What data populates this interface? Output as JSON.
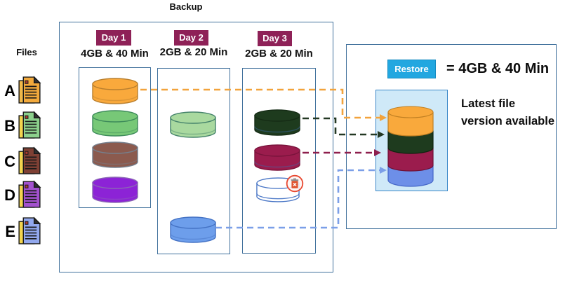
{
  "files_panel": {
    "label": "Files",
    "items": [
      {
        "id": "A",
        "color": "#F2A93C",
        "back_color": "#F0B84A"
      },
      {
        "id": "B",
        "color": "#8CD08C",
        "back_color": "#F2D44E"
      },
      {
        "id": "C",
        "color": "#7E4034",
        "back_color": "#F2D44E"
      },
      {
        "id": "D",
        "color": "#A351CE",
        "back_color": "#F2D44E"
      },
      {
        "id": "E",
        "color": "#92A8EE",
        "back_color": "#F2D44E"
      }
    ]
  },
  "backup": {
    "title": "Backup",
    "days": [
      {
        "label": "Day 1",
        "stats": "4GB & 40 Min",
        "cylinders": [
          {
            "file": "A",
            "color": "#F9A93C"
          },
          {
            "file": "B",
            "color": "#77C877"
          },
          {
            "file": "C",
            "color": "#8B5A4E"
          },
          {
            "file": "D",
            "color": "#8C23D6"
          }
        ]
      },
      {
        "label": "Day 2",
        "stats": "2GB & 20 Min",
        "cylinders": [
          {
            "file": "B",
            "color": "#A9D99F"
          },
          {
            "file": "E",
            "color": "#6D9EEB"
          }
        ]
      },
      {
        "label": "Day 3",
        "stats": "2GB & 20 Min",
        "cylinders": [
          {
            "file": "B",
            "color": "#1E3B1E"
          },
          {
            "file": "C",
            "color": "#9B1C4D"
          },
          {
            "file": "D",
            "color": "#FFFFFF",
            "status": "deleted"
          }
        ]
      }
    ]
  },
  "restore": {
    "button_label": "Restore",
    "button_color": "#22A7E0",
    "stats": "= 4GB & 40 Min",
    "note": "Latest file version available",
    "stack": [
      {
        "file": "A",
        "color": "#F9A93C"
      },
      {
        "file": "B",
        "color": "#1E3B1E"
      },
      {
        "file": "C",
        "color": "#9B1C4D"
      },
      {
        "file": "E",
        "color": "#6D8FE8"
      }
    ]
  },
  "arrows": [
    {
      "from": "day1-file-a",
      "to": "restore-stack",
      "color": "#F2A33C"
    },
    {
      "from": "day3-file-b",
      "to": "restore-stack",
      "color": "#233823"
    },
    {
      "from": "day3-file-c",
      "to": "restore-stack",
      "color": "#8E1F4D"
    },
    {
      "from": "day2-file-e",
      "to": "restore-stack",
      "color": "#7B9FE8"
    }
  ],
  "icons": {
    "deleted": "trash-x-icon"
  }
}
